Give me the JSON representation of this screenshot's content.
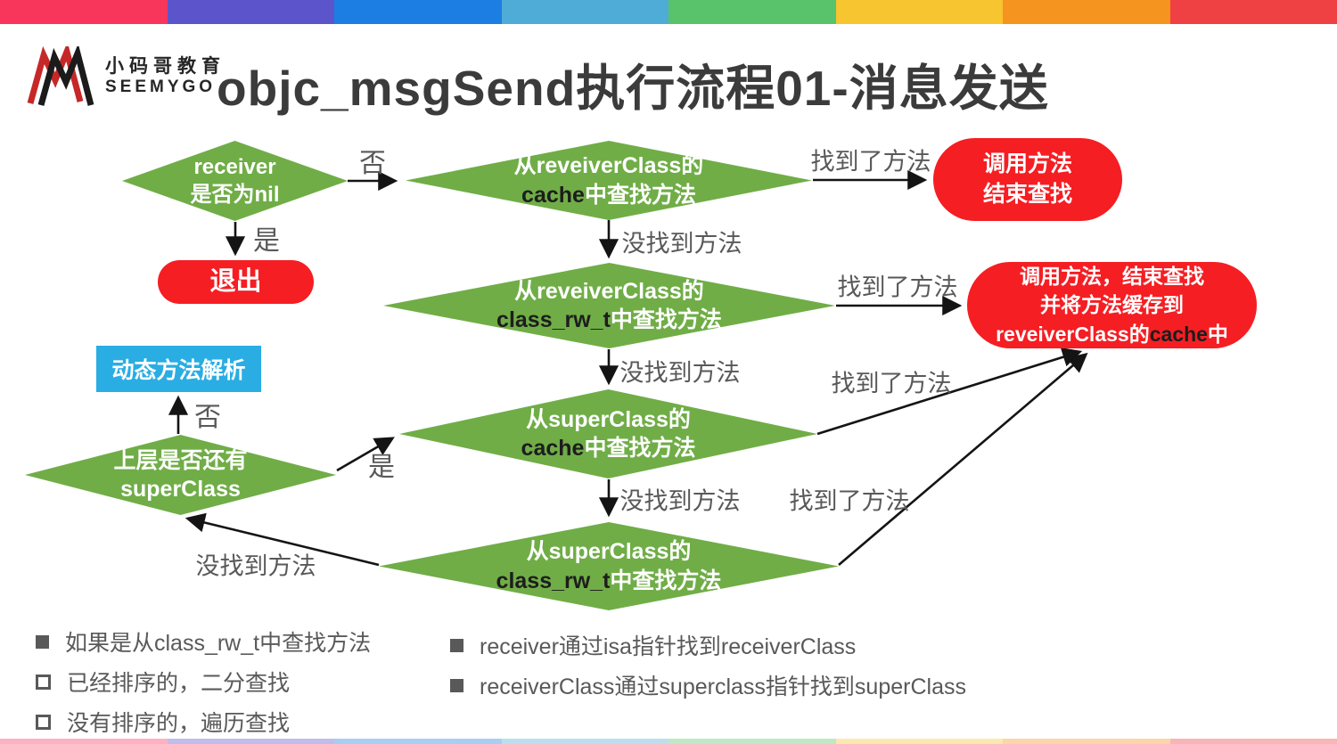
{
  "page": {
    "title": "objc_msgSend执行流程01-消息发送"
  },
  "brand": {
    "name_cn": "小码哥教育",
    "name_en": "SEEMYGO"
  },
  "palette": {
    "topbar": [
      "#F8365B",
      "#5B54CB",
      "#1C7DE2",
      "#4FACD6",
      "#58C36A",
      "#F7C52F",
      "#F5941F",
      "#EF4044"
    ],
    "diamond_green": "#70AD47",
    "pill_red": "#F51E23",
    "box_blue": "#29ADE3",
    "label_gray": "#595959",
    "title_color": "#3B3B3B"
  },
  "nodes": {
    "receiver_nil": {
      "line1": "receiver",
      "line2": "是否为nil"
    },
    "exit": {
      "label": "退出"
    },
    "receiver_cache": {
      "line1": "从reveiverClass的",
      "term": "cache",
      "rest": "中查找方法"
    },
    "call_method": {
      "line1": "调用方法",
      "line2": "结束查找"
    },
    "receiver_rw": {
      "line1": "从reveiverClass的",
      "term": "class_rw_t",
      "rest": "中查找方法"
    },
    "call_cache": {
      "line1": "调用方法，结束查找",
      "line2": "并将方法缓存到",
      "line3_pre": "reveiverClass的",
      "line3_term": "cache",
      "line3_post": "中"
    },
    "super_cache": {
      "line1": "从superClass的",
      "term": "cache",
      "rest": "中查找方法"
    },
    "super_rw": {
      "line1": "从superClass的",
      "term": "class_rw_t",
      "rest": "中查找方法"
    },
    "dynamic_resolution": {
      "label": "动态方法解析"
    },
    "has_superclass": {
      "line1": "上层是否还有",
      "line2": "superClass"
    }
  },
  "edges": {
    "no_to_cache": "否",
    "yes_to_exit": "是",
    "found_1": "找到了方法",
    "notfound_1": "没找到方法",
    "found_2": "找到了方法",
    "notfound_2": "没找到方法",
    "found_3": "找到了方法",
    "notfound_3": "没找到方法",
    "found_4": "找到了方法",
    "notfound_4": "没找到方法",
    "no_to_dynamic": "否",
    "yes_to_supercache": "是"
  },
  "notes": {
    "left": [
      {
        "bullet": "filled",
        "text": "如果是从class_rw_t中查找方法"
      },
      {
        "bullet": "hollow",
        "text": "已经排序的，二分查找"
      },
      {
        "bullet": "hollow",
        "text": "没有排序的，遍历查找"
      }
    ],
    "right": [
      {
        "bullet": "filled",
        "text": "receiver通过isa指针找到receiverClass"
      },
      {
        "bullet": "filled",
        "text": "receiverClass通过superclass指针找到superClass"
      }
    ]
  }
}
